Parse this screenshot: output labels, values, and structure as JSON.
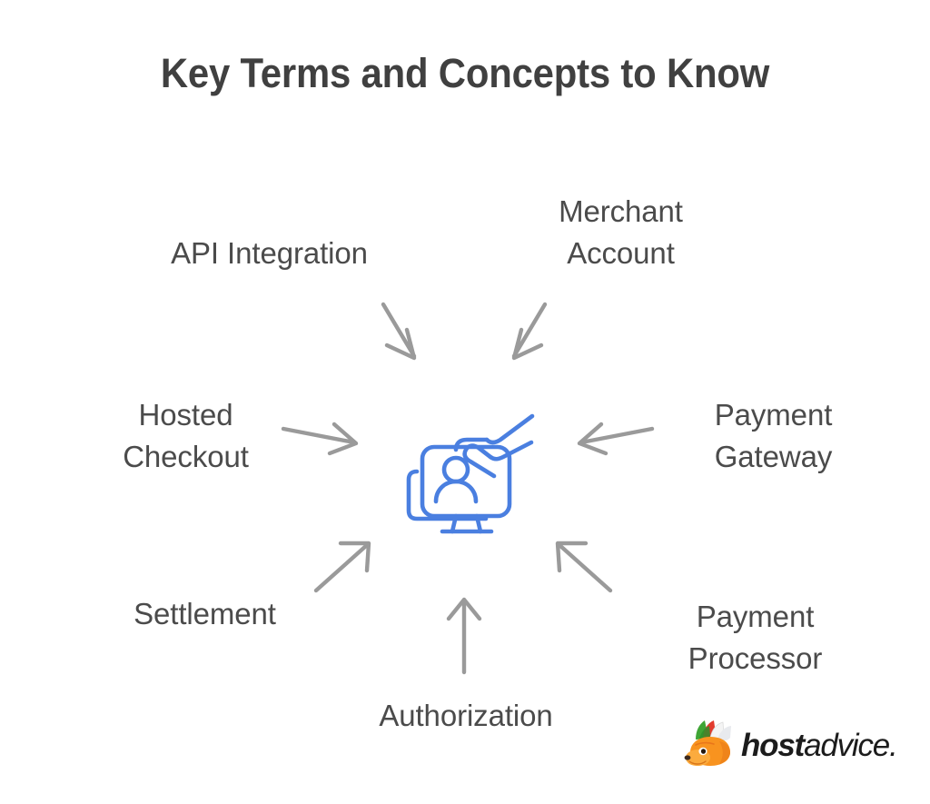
{
  "page": {
    "title": "Key Terms and Concepts to Know",
    "background_color": "#ffffff",
    "title_color": "#404040",
    "label_color": "#4b4b4b",
    "arrow_color": "#9a9a9a",
    "icon_color": "#4a7fe0"
  },
  "diagram": {
    "center_icon_name": "monitor-user-hand-icon",
    "terms": [
      {
        "id": "api-integration",
        "label": "API Integration",
        "position": "top-left",
        "arrow": "down-right"
      },
      {
        "id": "merchant-account",
        "label": "Merchant\nAccount",
        "position": "top-right",
        "arrow": "down-left"
      },
      {
        "id": "hosted-checkout",
        "label": "Hosted\nCheckout",
        "position": "left",
        "arrow": "right"
      },
      {
        "id": "payment-gateway",
        "label": "Payment\nGateway",
        "position": "right",
        "arrow": "left"
      },
      {
        "id": "settlement",
        "label": "Settlement",
        "position": "bottom-left",
        "arrow": "up-right"
      },
      {
        "id": "payment-processor",
        "label": "Payment\nProcessor",
        "position": "bottom-right",
        "arrow": "up-left"
      },
      {
        "id": "authorization",
        "label": "Authorization",
        "position": "bottom",
        "arrow": "up"
      }
    ]
  },
  "logo": {
    "mark_name": "hostadvice-fox-mascot-icon",
    "word_primary": "host",
    "word_secondary": "advice.",
    "colors": {
      "fox_orange": "#f8931f",
      "fox_orange_dark": "#e9761a",
      "feather_green": "#3fa535",
      "feather_red": "#e23b2e",
      "feather_white": "#f4f4f4",
      "wordmark": "#1c1c1c"
    }
  }
}
